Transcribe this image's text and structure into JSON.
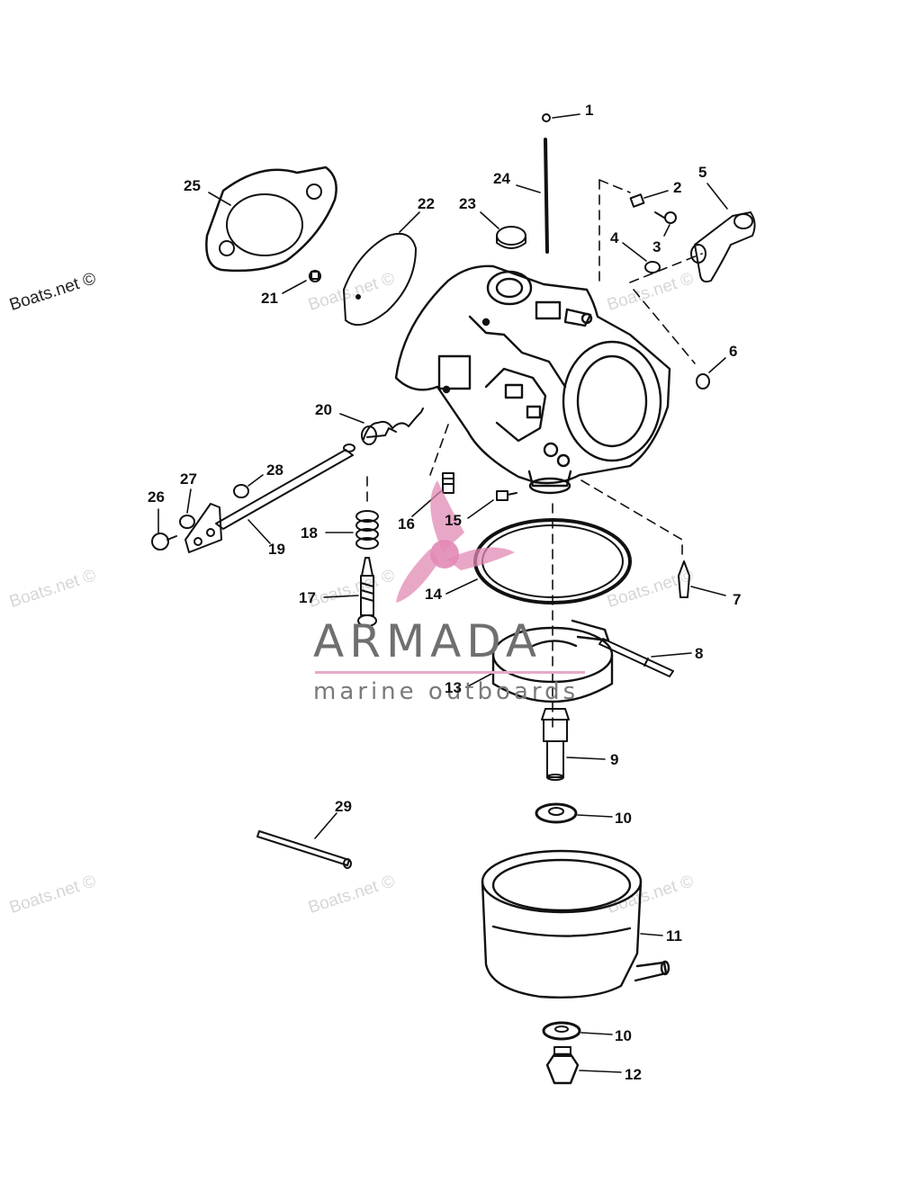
{
  "watermarks": {
    "corner_left": "Boats.net ©",
    "tile": "Boats.net ©"
  },
  "brand": {
    "name": "ARMADA",
    "tagline": "marine outboards",
    "logo_color": "#e28ab4"
  },
  "callouts": [
    {
      "id": "1",
      "text": "1"
    },
    {
      "id": "2",
      "text": "2"
    },
    {
      "id": "3",
      "text": "3"
    },
    {
      "id": "4",
      "text": "4"
    },
    {
      "id": "5",
      "text": "5"
    },
    {
      "id": "6",
      "text": "6"
    },
    {
      "id": "7",
      "text": "7"
    },
    {
      "id": "8",
      "text": "8"
    },
    {
      "id": "9",
      "text": "9"
    },
    {
      "id": "10a",
      "text": "10"
    },
    {
      "id": "10b",
      "text": "10"
    },
    {
      "id": "11",
      "text": "11"
    },
    {
      "id": "12",
      "text": "12"
    },
    {
      "id": "13",
      "text": "13"
    },
    {
      "id": "14",
      "text": "14"
    },
    {
      "id": "15",
      "text": "15"
    },
    {
      "id": "16",
      "text": "16"
    },
    {
      "id": "17",
      "text": "17"
    },
    {
      "id": "18",
      "text": "18"
    },
    {
      "id": "19",
      "text": "19"
    },
    {
      "id": "20",
      "text": "20"
    },
    {
      "id": "21",
      "text": "21"
    },
    {
      "id": "22",
      "text": "22"
    },
    {
      "id": "23",
      "text": "23"
    },
    {
      "id": "24",
      "text": "24"
    },
    {
      "id": "25",
      "text": "25"
    },
    {
      "id": "26",
      "text": "26"
    },
    {
      "id": "27",
      "text": "27"
    },
    {
      "id": "28",
      "text": "28"
    },
    {
      "id": "29",
      "text": "29"
    }
  ]
}
